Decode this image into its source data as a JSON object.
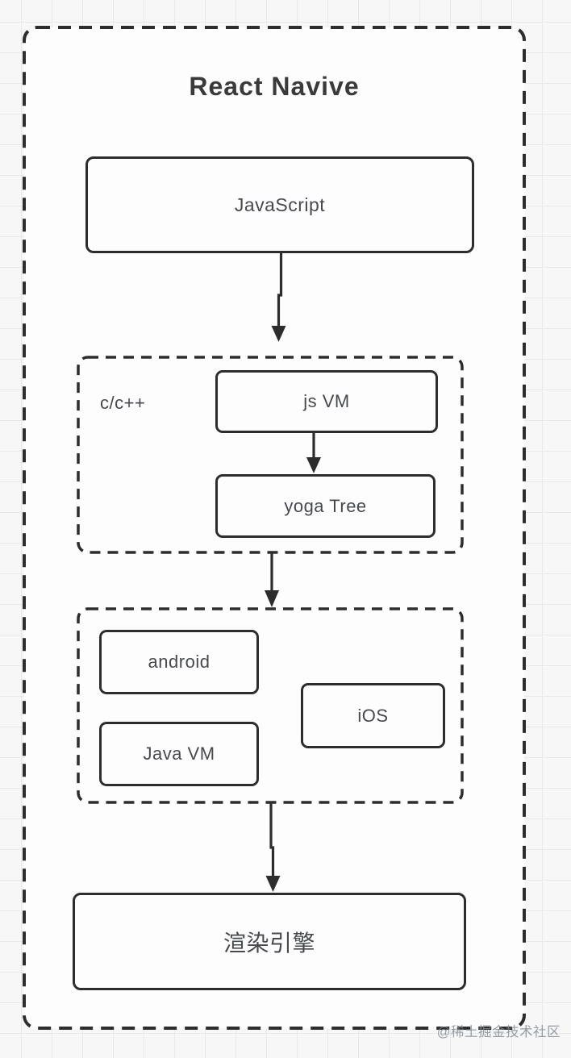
{
  "diagram": {
    "title": "React Navive",
    "nodes": {
      "javascript": {
        "label": "JavaScript"
      },
      "js_vm": {
        "label": "js VM"
      },
      "yoga_tree": {
        "label": "yoga Tree"
      },
      "android": {
        "label": "android"
      },
      "java_vm": {
        "label": "Java VM"
      },
      "ios": {
        "label": "iOS"
      },
      "render_engine": {
        "label": "渲染引擎"
      }
    },
    "groups": {
      "cpp": {
        "label": "c/c++"
      }
    },
    "edges": [
      {
        "from": "javascript",
        "to": "group-cpp"
      },
      {
        "from": "js_vm",
        "to": "yoga_tree"
      },
      {
        "from": "group-cpp",
        "to": "group-platform"
      },
      {
        "from": "group-platform",
        "to": "render_engine"
      }
    ],
    "colors": {
      "stroke": "#2d2d2d",
      "node_text": "#47494d",
      "title_text": "#3a3a3a",
      "canvas_fill": "#fdfdfd",
      "grid_line": "#e9e9e9",
      "watermark_text": "#80858e"
    }
  },
  "page": {
    "watermark": "@稀土掘金技术社区"
  }
}
